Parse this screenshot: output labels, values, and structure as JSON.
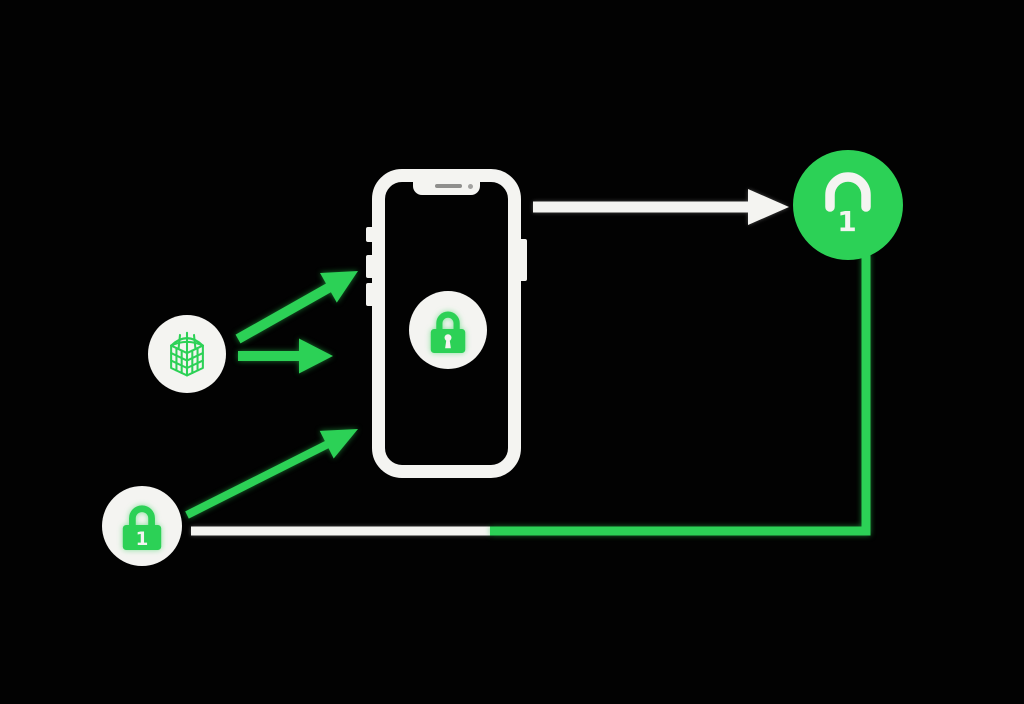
{
  "colors": {
    "background": "#020202",
    "green": "#2cd156",
    "white": "#f4f4f1",
    "speaker_gray": "#8f8f8d",
    "camera_gray": "#a3a3a1"
  },
  "icons": {
    "phone": "smartphone-outline-icon",
    "phone_badge": "locked-padlock-icon",
    "grid_node": "wireframe-cube-grid-icon",
    "lock_node": "locked-padlock-icon",
    "unlock_node": "open-shackle-unlock-icon"
  },
  "glyphs": {
    "lock_node_keyhole": "1",
    "unlock_node_mark": "1"
  },
  "connectors": {
    "grid_to_phone_upper": "green-arrow",
    "grid_to_phone_mid": "green-arrow",
    "lock_to_phone": "green-arrow",
    "phone_to_unlock": "white-arrow",
    "bottom_white_segment": "white-line",
    "bottom_green_elbow": "green-line"
  }
}
